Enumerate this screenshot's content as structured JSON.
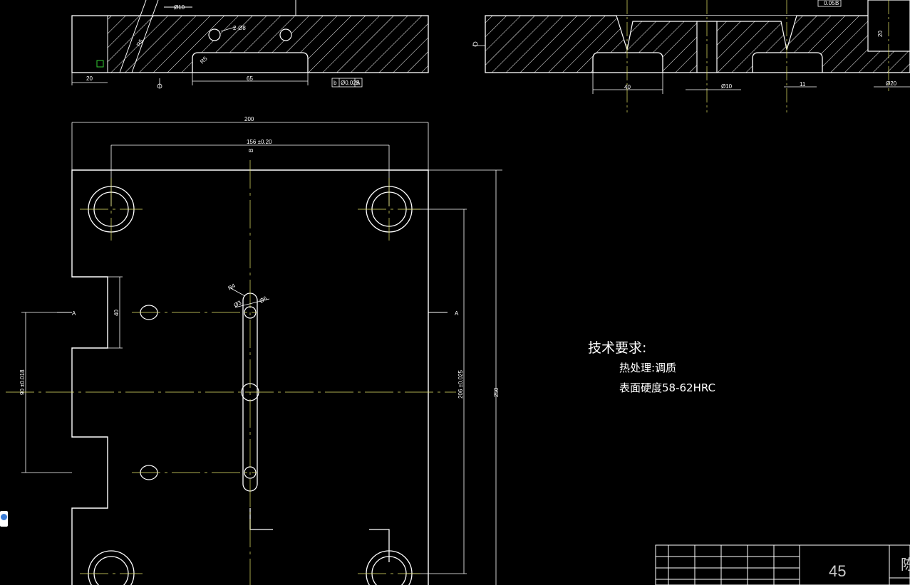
{
  "drawing": {
    "colors": {
      "background": "#000000",
      "outline": "#ffffff",
      "centerline": "#e8e86a",
      "dimension": "#ffffff"
    },
    "hatch_angle_deg": 45
  },
  "top_left_section": {
    "dims": {
      "hole": "Ø10",
      "slot_width": "65",
      "depth": "20",
      "pin": "2-Ø8",
      "radius_a": "R5",
      "radius_b": "R5",
      "tolerance_frame_sym": "b",
      "tolerance_frame_val": "Ø0.025",
      "tolerance_frame_ref": "A"
    }
  },
  "top_right_section": {
    "dims": {
      "left_pocket": "40",
      "center_hole": "Ø10",
      "right_gap": "11",
      "right_hole": "Ø20",
      "height": "20",
      "frame_val": "0.05",
      "frame_ref": "B"
    }
  },
  "plan_view": {
    "dims": {
      "overall_width": "200",
      "hole_spacing": "156 ±0.20",
      "overall_height": "250",
      "hole_vertical": "206 ±0.025",
      "notch_height": "40",
      "notch_spacing": "90 ±0.018",
      "slot_radius": "R4",
      "hole_a": "Ø3",
      "hole_b": "Ø6"
    },
    "section_marks": {
      "left": "A",
      "right": "A",
      "top": "B"
    }
  },
  "notes": {
    "title": "技术要求:",
    "lines": [
      "热处理:调质",
      "表面硬度58-62HRC"
    ]
  },
  "title_block": {
    "material": "45",
    "cut_char": "陈"
  }
}
